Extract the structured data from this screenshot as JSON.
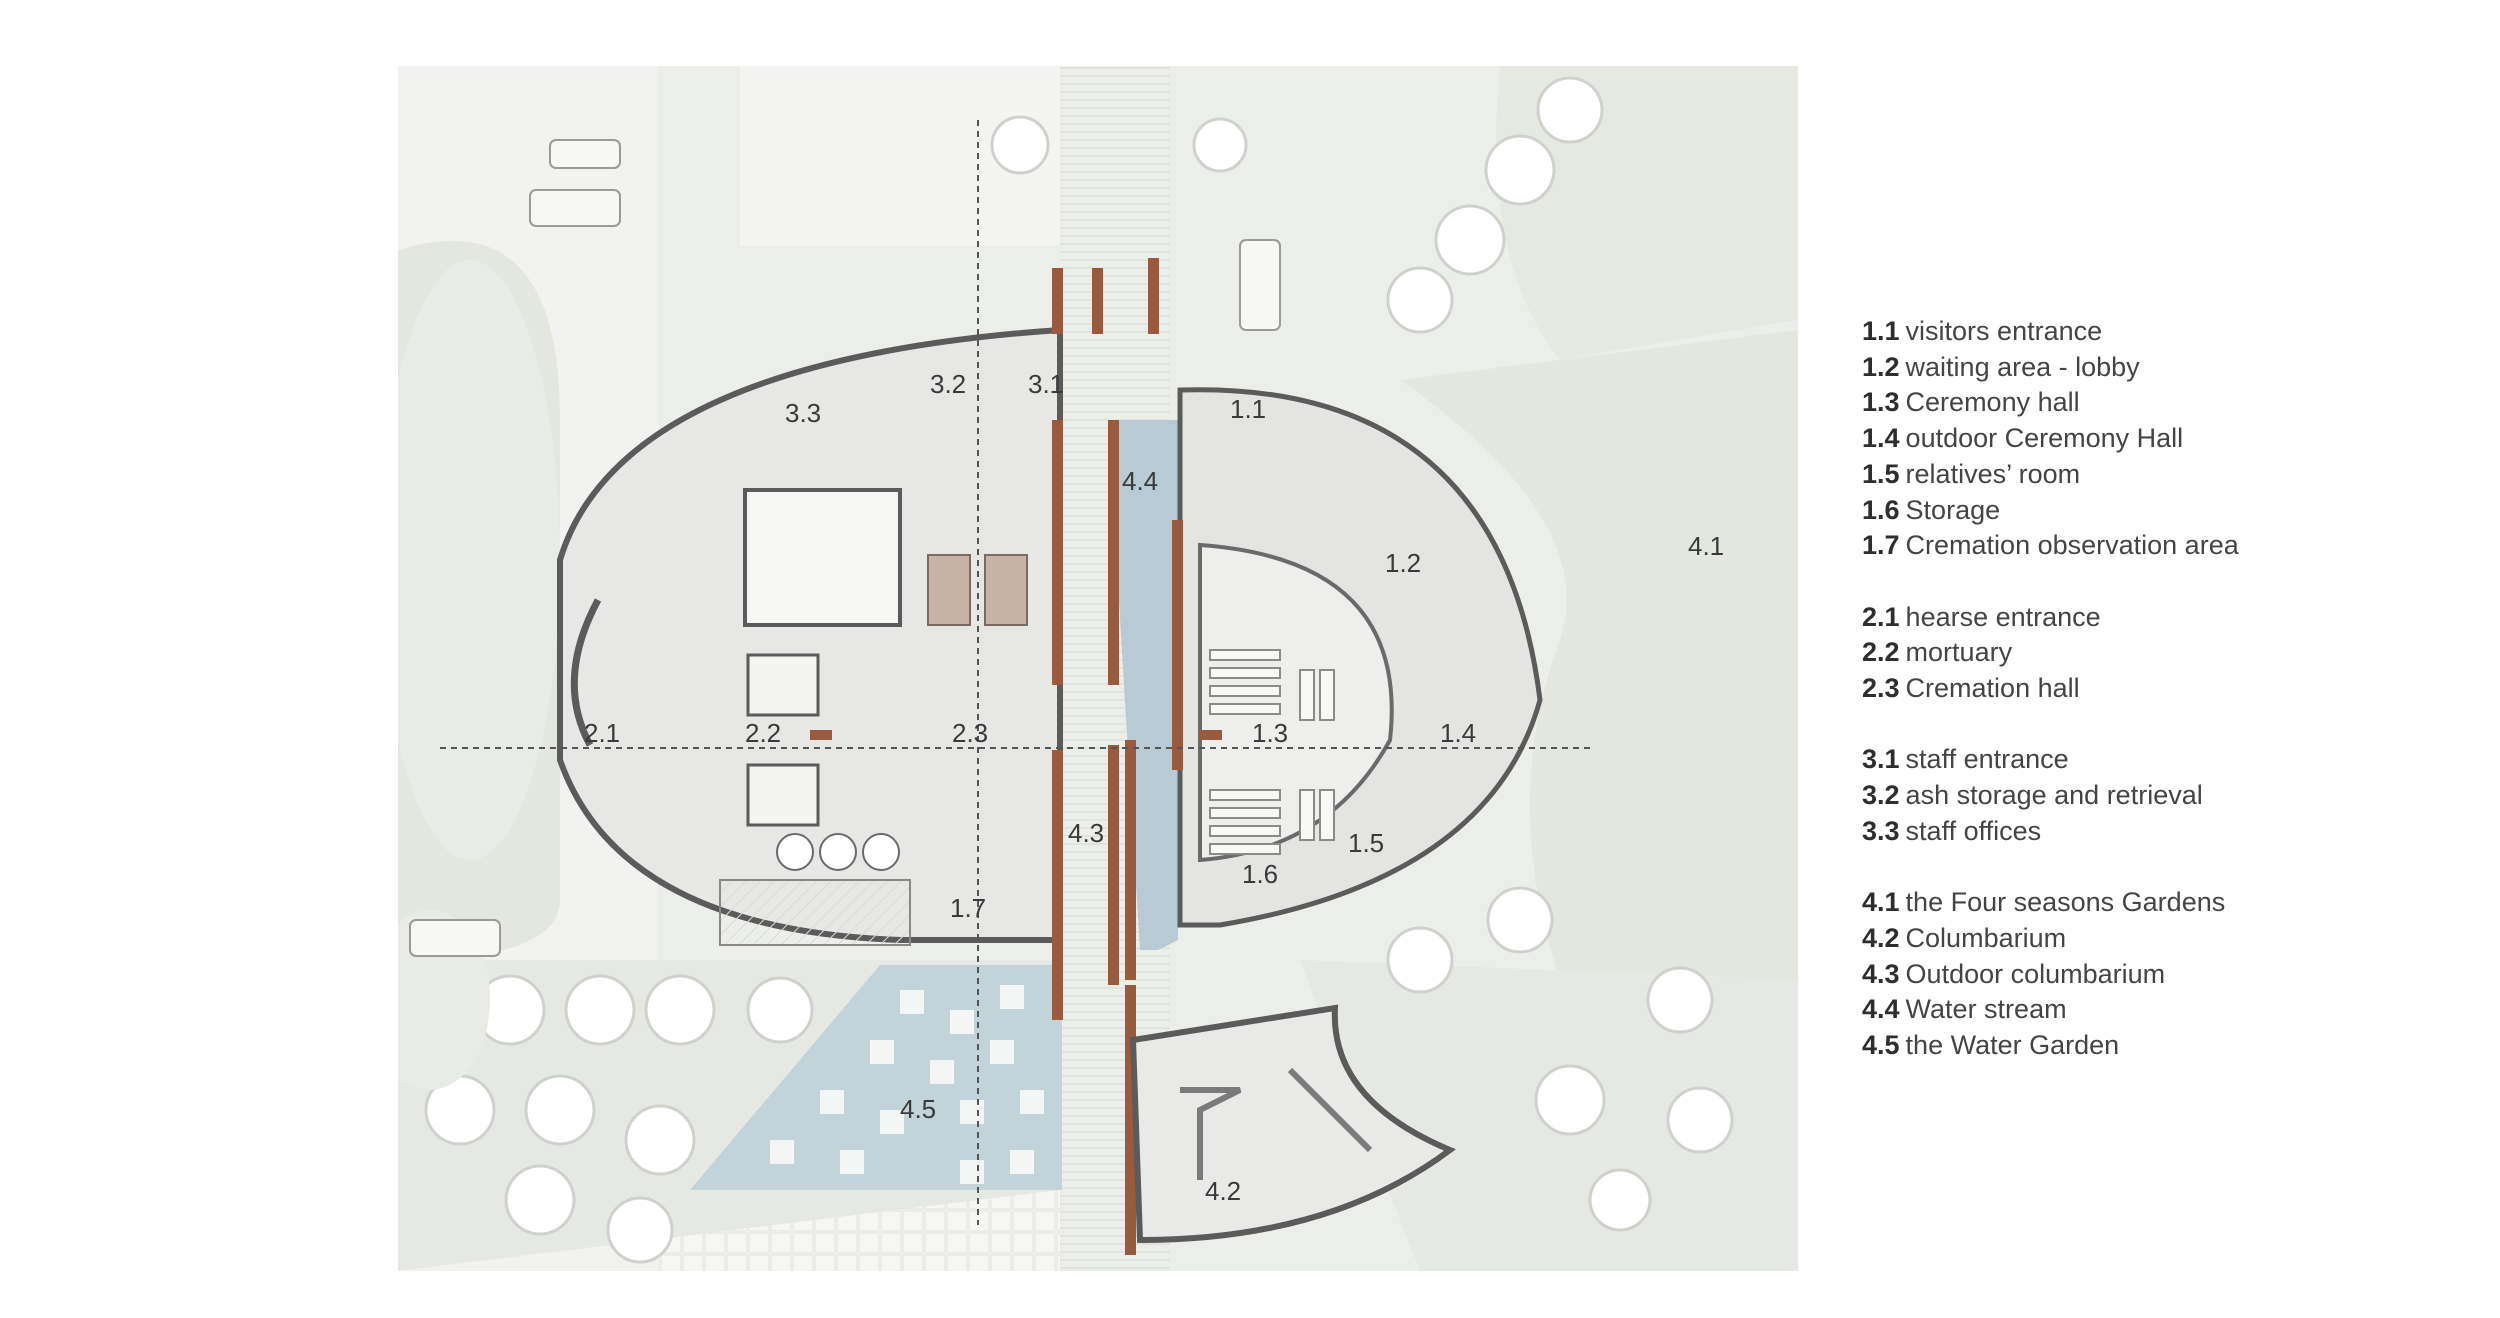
{
  "legend": {
    "groups": [
      {
        "items": [
          {
            "num": "1.1",
            "text": "visitors entrance"
          },
          {
            "num": "1.2",
            "text": "waiting area - lobby"
          },
          {
            "num": "1.3",
            "text": "Ceremony hall"
          },
          {
            "num": "1.4",
            "text": "outdoor Ceremony Hall"
          },
          {
            "num": "1.5",
            "text": "relatives’ room"
          },
          {
            "num": "1.6",
            "text": "Storage"
          },
          {
            "num": "1.7",
            "text": "Cremation observation area"
          }
        ]
      },
      {
        "items": [
          {
            "num": "2.1",
            "text": "hearse entrance"
          },
          {
            "num": "2.2",
            "text": "mortuary"
          },
          {
            "num": "2.3",
            "text": "Cremation hall"
          }
        ]
      },
      {
        "items": [
          {
            "num": "3.1",
            "text": "staff entrance"
          },
          {
            "num": "3.2",
            "text": "ash storage and retrieval"
          },
          {
            "num": "3.3",
            "text": "staff offices"
          }
        ]
      },
      {
        "items": [
          {
            "num": "4.1",
            "text": "the Four seasons Gardens"
          },
          {
            "num": "4.2",
            "text": "Columbarium"
          },
          {
            "num": "4.3",
            "text": "Outdoor columbarium"
          },
          {
            "num": "4.4",
            "text": "Water stream"
          },
          {
            "num": "4.5",
            "text": "the Water Garden"
          }
        ]
      }
    ]
  },
  "plan_labels": {
    "l1_1": "1.1",
    "l1_2": "1.2",
    "l1_3": "1.3",
    "l1_4": "1.4",
    "l1_5": "1.5",
    "l1_6": "1.6",
    "l1_7": "1.7",
    "l2_1": "2.1",
    "l2_2": "2.2",
    "l2_3": "2.3",
    "l3_1": "3.1",
    "l3_2": "3.2",
    "l3_3": "3.3",
    "l4_1": "4.1",
    "l4_2": "4.2",
    "l4_3": "4.3",
    "l4_4": "4.4",
    "l4_5": "4.5"
  },
  "colors": {
    "ground": "#eceeea",
    "paving": "#f3f3f1",
    "building_floor": "#e6e6e4",
    "wall": "#5a5a5a",
    "brick_wall": "#9a5a3e",
    "water": "#b9cdd6",
    "water_garden": "#c3d3da",
    "tree": "#ffffff",
    "grass": "#e4e8e1"
  }
}
